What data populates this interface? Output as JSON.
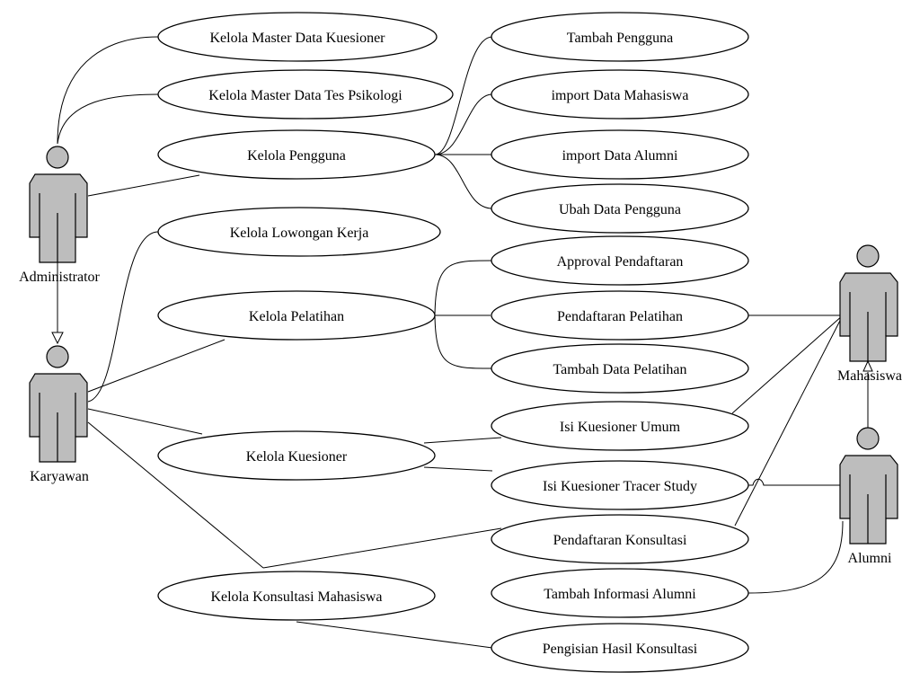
{
  "diagram": {
    "actors": {
      "administrator": "Administrator",
      "karyawan": "Karyawan",
      "mahasiswa": "Mahasiswa",
      "alumni": "Alumni"
    },
    "use_cases": {
      "kelola_master_kuesioner": "Kelola Master Data Kuesioner",
      "kelola_master_tes": "Kelola Master Data Tes Psikologi",
      "kelola_pengguna": "Kelola Pengguna",
      "kelola_lowongan": "Kelola Lowongan Kerja",
      "kelola_pelatihan": "Kelola Pelatihan",
      "kelola_kuesioner": "Kelola Kuesioner",
      "kelola_konsultasi": "Kelola Konsultasi Mahasiswa",
      "tambah_pengguna": "Tambah Pengguna",
      "import_mahasiswa": "import Data Mahasiswa",
      "import_alumni": "import Data Alumni",
      "ubah_pengguna": "Ubah Data Pengguna",
      "approval_pendaftaran": "Approval Pendaftaran",
      "pendaftaran_pelatihan": "Pendaftaran Pelatihan",
      "tambah_pelatihan": "Tambah Data Pelatihan",
      "isi_kuesioner_umum": "Isi Kuesioner Umum",
      "isi_tracer_study": "Isi Kuesioner Tracer Study",
      "pendaftaran_konsultasi": "Pendaftaran Konsultasi",
      "tambah_info_alumni": "Tambah Informasi Alumni",
      "pengisian_hasil": "Pengisian Hasil Konsultasi"
    }
  }
}
